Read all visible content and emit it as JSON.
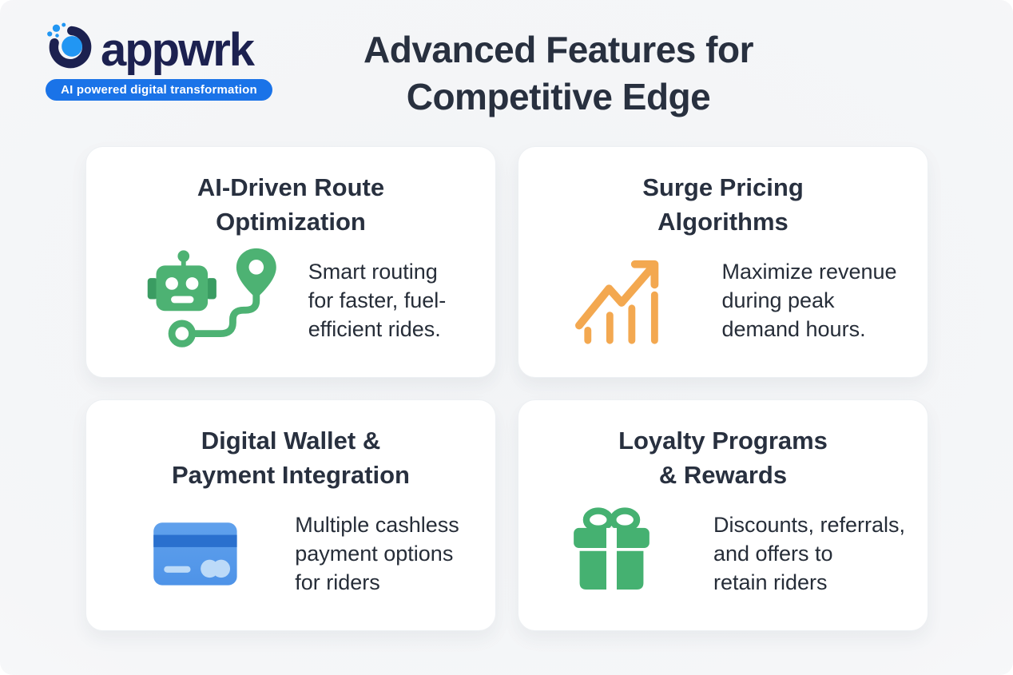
{
  "brand": {
    "name": "appwrk",
    "tagline": "AI powered digital transformation",
    "logo_navy": "#1C2150",
    "logo_blue": "#2196F3",
    "tagline_bg": "#1A73E8"
  },
  "header": {
    "title_lines": [
      "Advanced Features for",
      "Competitive Edge"
    ],
    "title_color": "#28303F"
  },
  "cards": [
    {
      "title_lines": [
        "AI-Driven Route",
        "Optimization"
      ],
      "body_lines": [
        "Smart routing",
        "for faster, fuel-",
        "efficient rides."
      ],
      "icon": "robot-route-icon",
      "accent": "#4DB273"
    },
    {
      "title_lines": [
        "Surge Pricing",
        "Algorithms"
      ],
      "body_lines": [
        "Maximize revenue",
        "during peak",
        "demand hours."
      ],
      "icon": "growth-chart-icon",
      "accent": "#F3A850"
    },
    {
      "title_lines": [
        "Digital Wallet &",
        "Payment Integration"
      ],
      "body_lines": [
        "Multiple cashless",
        "payment options",
        "for riders"
      ],
      "icon": "credit-card-icon",
      "accent": "#5093E6"
    },
    {
      "title_lines": [
        "Loyalty Programs",
        "& Rewards"
      ],
      "body_lines": [
        "Discounts, referrals,",
        "and offers to",
        "retain riders"
      ],
      "icon": "gift-icon",
      "accent": "#45B171"
    }
  ]
}
